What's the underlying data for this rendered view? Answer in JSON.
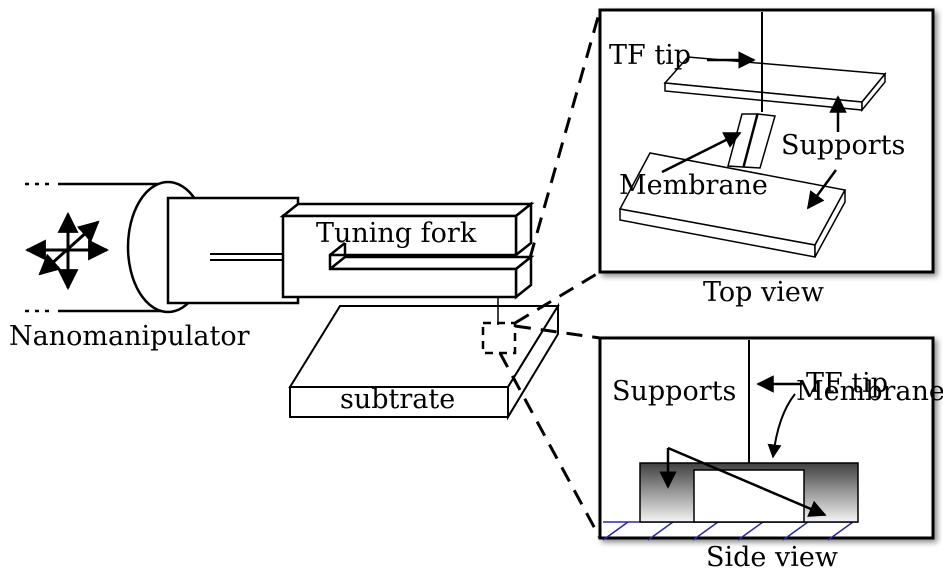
{
  "labels": {
    "nanomanipulator": "Nanomanipulator",
    "tuning_fork": "Tuning fork",
    "substrate": "subtrate",
    "top_view": "Top view",
    "side_view": "Side view",
    "top_tf_tip": "TF tip",
    "top_membrane": "Membrane",
    "top_supports": "Supports",
    "side_tf_tip": "TF tip",
    "side_supports": "Supports",
    "side_membrane": "Membrane"
  },
  "colors": {
    "stroke": "#000000",
    "hatch": "#2a2aa0",
    "support_dark": "#404040",
    "support_light": "#f2f2f2"
  }
}
